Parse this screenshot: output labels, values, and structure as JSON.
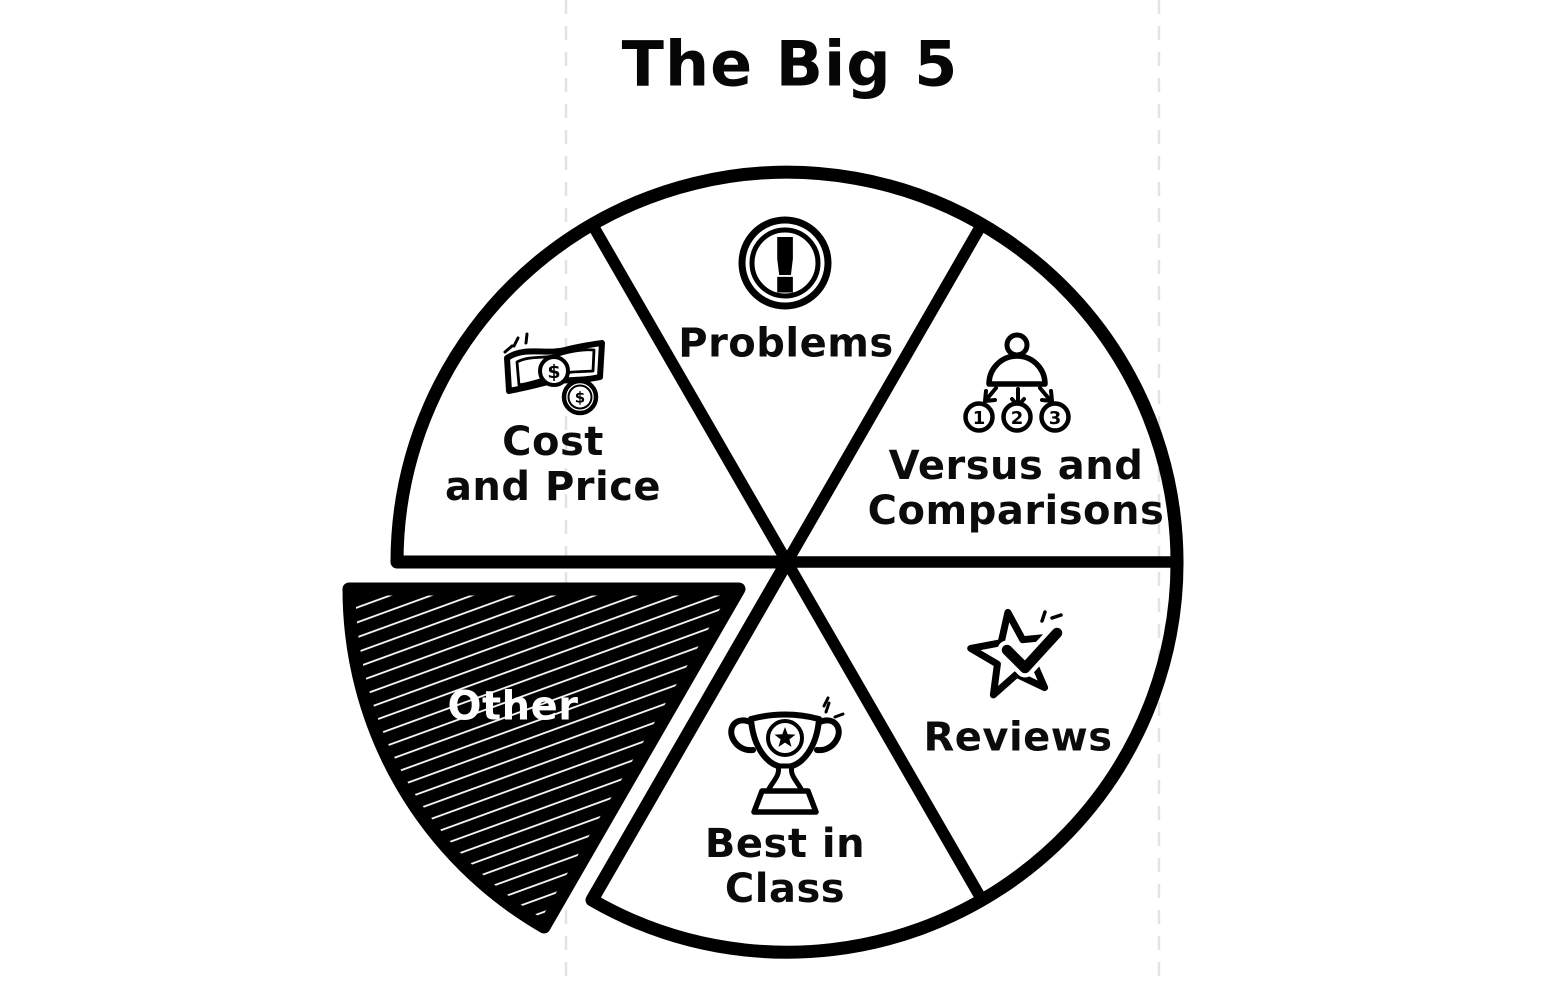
{
  "title": "The Big 5",
  "pie": {
    "type": "category-wheel",
    "slice_count": 6,
    "slices": [
      {
        "id": "problems",
        "icon": "exclamation-circle",
        "lines": [
          "Problems"
        ],
        "filled": false,
        "exploded": false
      },
      {
        "id": "versus-and-comparisons",
        "icon": "person-three-choices",
        "lines": [
          "Versus and",
          "Comparisons"
        ],
        "filled": false,
        "exploded": false
      },
      {
        "id": "reviews",
        "icon": "star-checkmark",
        "lines": [
          "Reviews"
        ],
        "filled": false,
        "exploded": false
      },
      {
        "id": "best-in-class",
        "icon": "trophy",
        "lines": [
          "Best in",
          "Class"
        ],
        "filled": false,
        "exploded": false
      },
      {
        "id": "other",
        "icon": null,
        "lines": [
          "Other"
        ],
        "filled": true,
        "exploded": true
      },
      {
        "id": "cost-and-price",
        "icon": "dollar-bill-coin",
        "lines": [
          "Cost",
          "and Price"
        ],
        "filled": false,
        "exploded": false
      }
    ]
  },
  "glyphs": {
    "exclamation": "!",
    "dollar": "$",
    "rank_numbers": [
      "1",
      "2",
      "3"
    ]
  },
  "colors": {
    "ink": "#000000",
    "background": "#ffffff",
    "filled_slice": "#000000",
    "filled_slice_label": "#ffffff",
    "guide_line": "#e3e3e3"
  }
}
